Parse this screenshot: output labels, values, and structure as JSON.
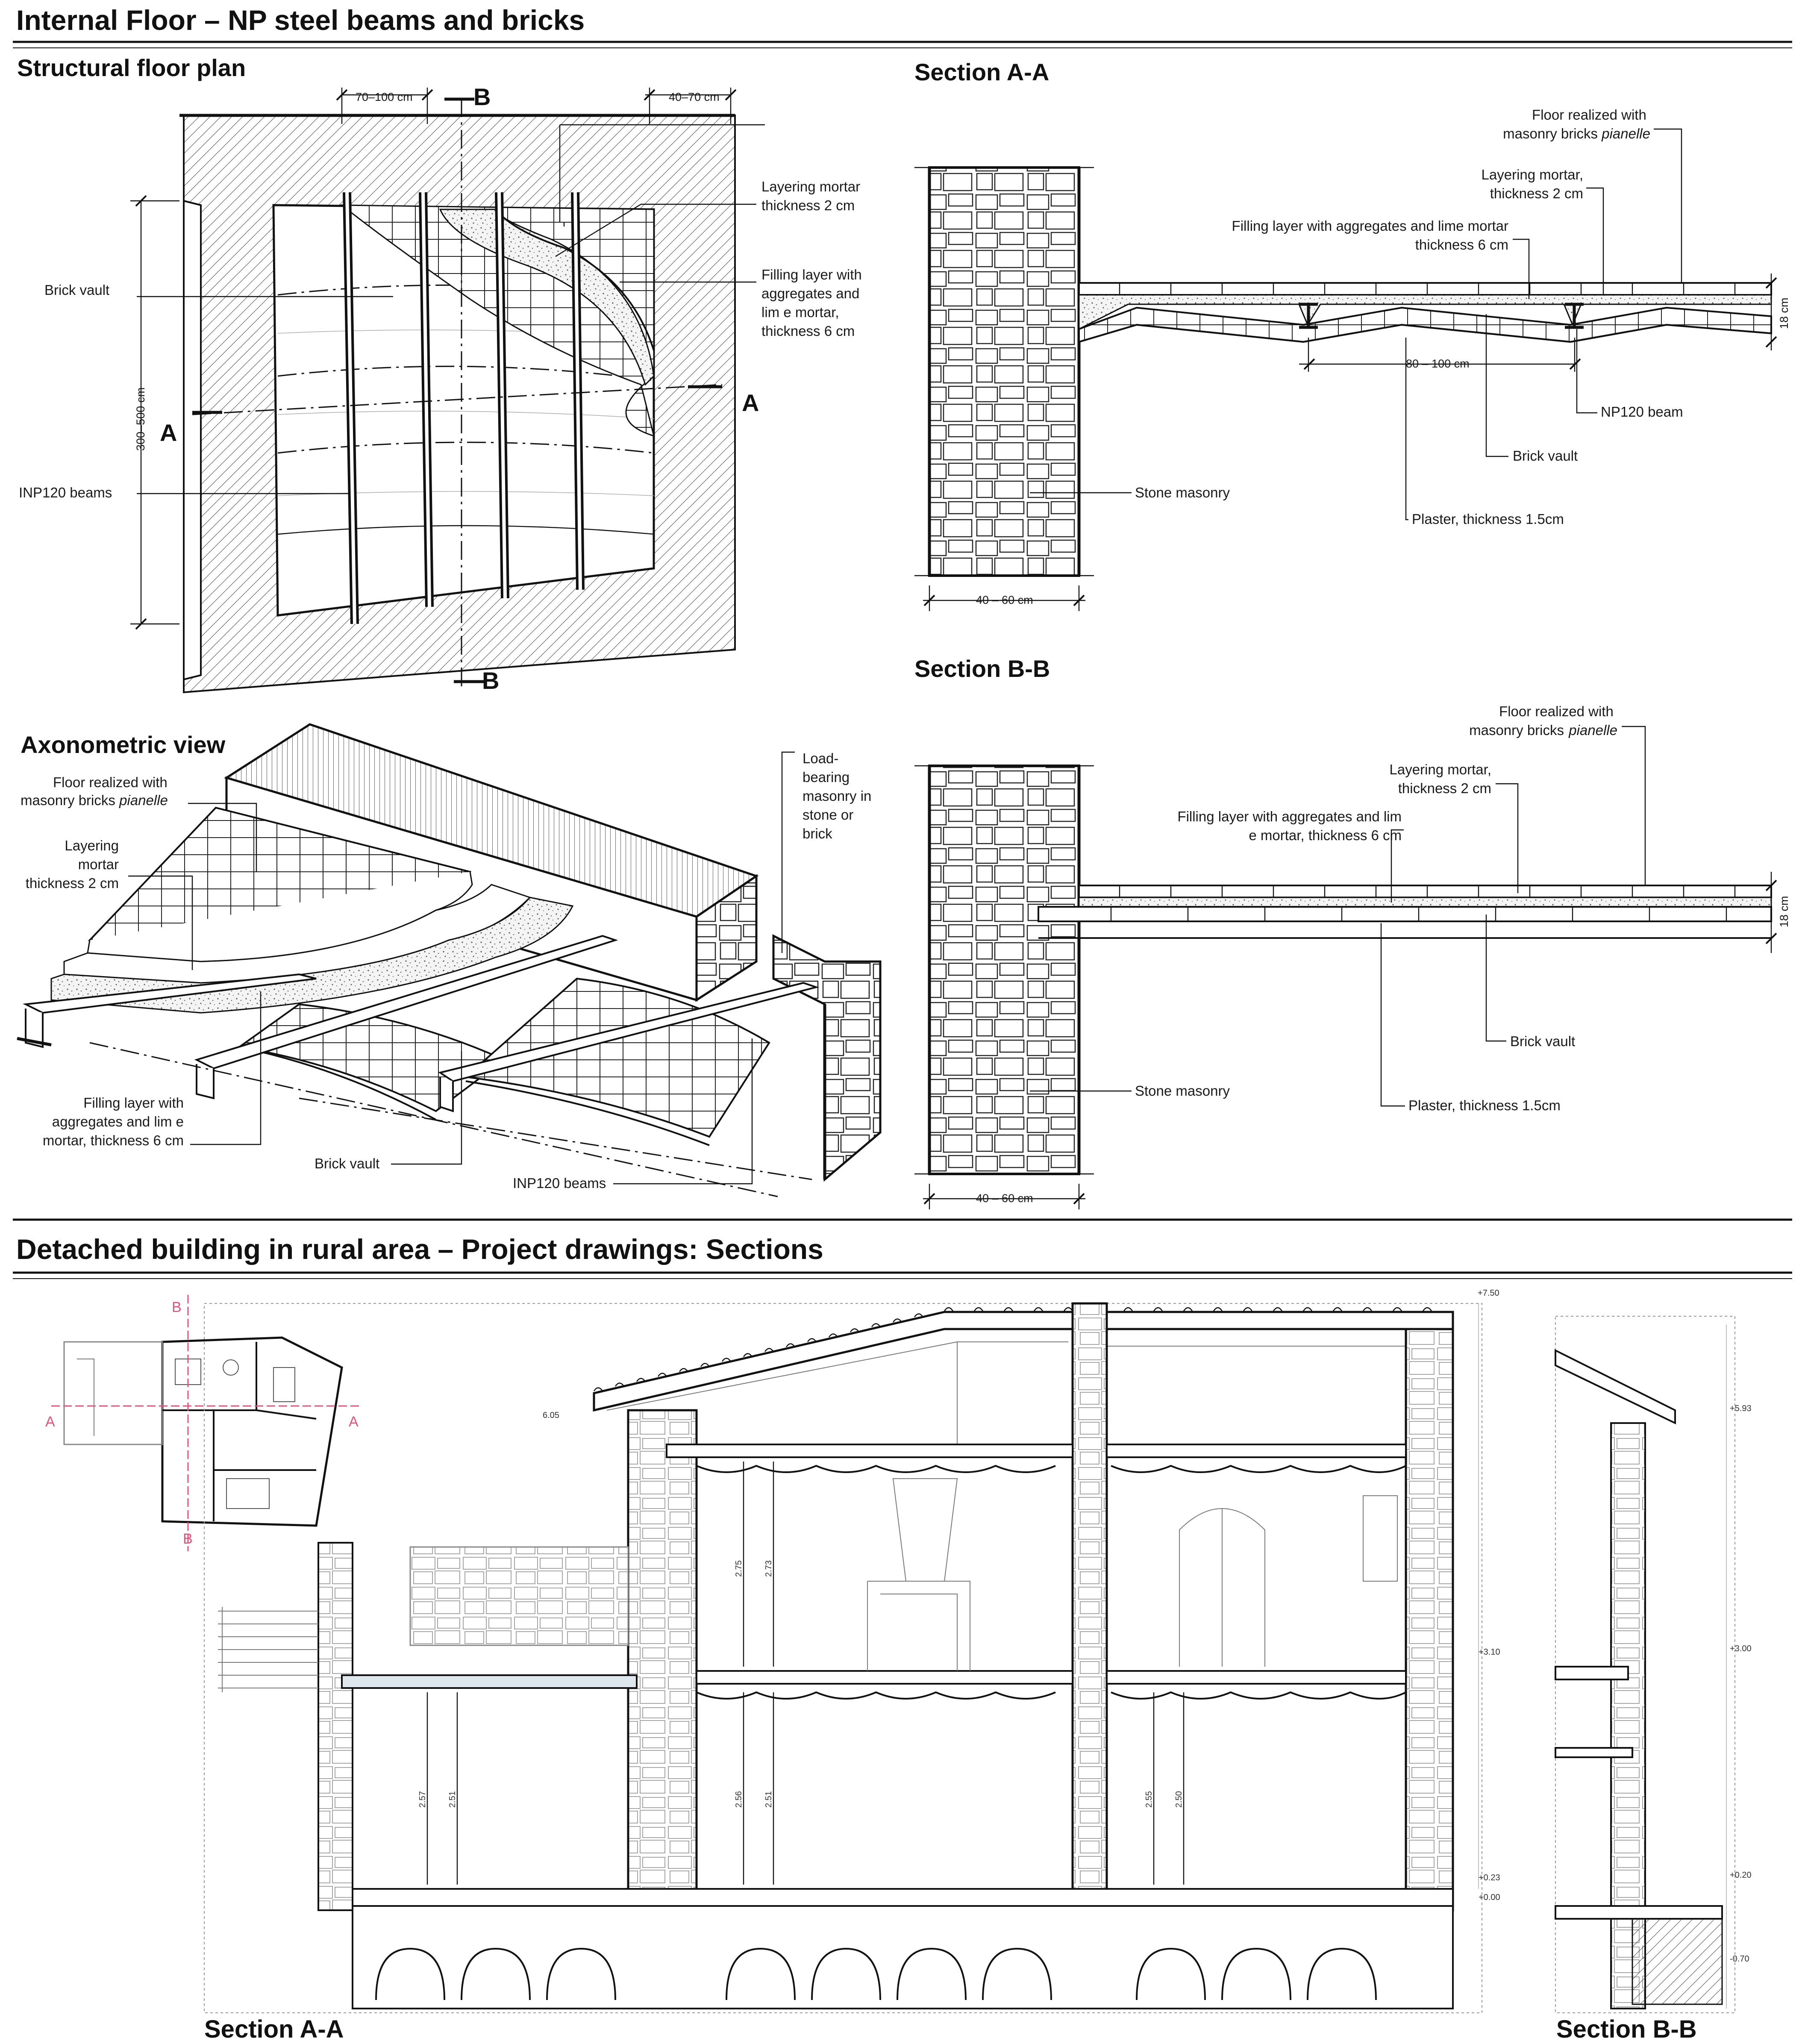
{
  "headers": {
    "top": "Internal Floor – NP steel beams and bricks",
    "bottom": "Detached building in rural area – Project drawings: Sections"
  },
  "plan": {
    "title": "Structural floor plan",
    "dim_beam_spacing": "70–100 cm",
    "dim_edge": "40–70 cm",
    "dim_span": "300–500 cm",
    "cut_a": "A",
    "cut_b": "B",
    "labels": {
      "layering": "Layering mortar|thickness 2 cm",
      "filling": "Filling layer with|aggregates and|lim e mortar,|thickness 6 cm",
      "vault": "Brick vault",
      "beams": "INP120 beams"
    }
  },
  "axo": {
    "title": "Axonometric view",
    "labels": {
      "floor_line1": "Floor realized with",
      "floor_line2": "masonry bricks ",
      "floor_italic": "pianelle",
      "layering": "Layering|mortar|thickness 2 cm",
      "masonry": "Load-|bearing|masonry in|stone or|brick",
      "filling": "Filling layer with|aggregates and lim e|mortar, thickness 6 cm",
      "vault": "Brick vault",
      "beams": "INP120 beams"
    }
  },
  "section_aa": {
    "title": "Section A-A",
    "labels": {
      "floor_line1": "Floor realized with",
      "floor_line2": "masonry bricks ",
      "floor_italic": "pianelle",
      "layering": "Layering mortar,|thickness 2 cm",
      "filling": "Filling layer with aggregates and lime mortar|thickness 6 cm",
      "beam": "NP120 beam",
      "vault": "Brick vault",
      "masonry": "Stone masonry",
      "plaster": "Plaster, thickness 1.5cm"
    },
    "dim_beams": "80 – 100 cm",
    "dim_wall": "40 – 60 cm",
    "dim_depth": "18 cm"
  },
  "section_bb": {
    "title": "Section B-B",
    "labels": {
      "floor_line1": "Floor realized with",
      "floor_line2": "masonry bricks ",
      "floor_italic": "pianelle",
      "layering": "Layering mortar,|thickness 2 cm",
      "filling": "Filling layer with aggregates and lim|e mortar, thickness 6 cm",
      "vault": "Brick vault",
      "masonry": "Stone masonry",
      "plaster": "Plaster, thickness 1.5cm"
    },
    "dim_wall": "40 – 60 cm",
    "dim_depth": "18 cm"
  },
  "building": {
    "key_a": "A",
    "key_b": "B",
    "section_a_title": "Section A-A",
    "section_b_title": "Section B-B",
    "levels_a": [
      "+7.50",
      "6.05",
      "+3.10",
      "+0.23",
      "+0.00"
    ],
    "levels_b": [
      "+5.93",
      "+3.00",
      "+0.20",
      "-0.70"
    ],
    "heights": [
      "2.75",
      "2.73",
      "2.57",
      "2.51",
      "2.56",
      "2.51",
      "2.55",
      "2.50"
    ]
  },
  "colors": {
    "ink": "#111111",
    "accent_pink": "#e0557a"
  }
}
